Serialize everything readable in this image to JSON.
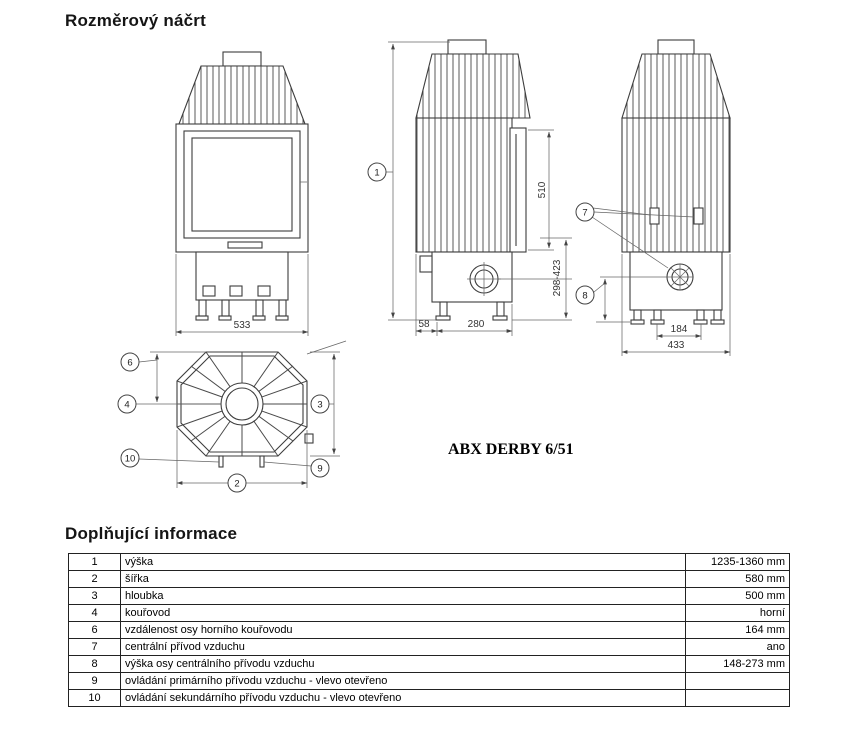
{
  "page": {
    "title": "Rozměrový náčrt",
    "info_title": "Doplňující informace",
    "model": "ABX DERBY 6/51"
  },
  "drawing": {
    "dims": {
      "front_width": "533",
      "door_height": "510",
      "inlet_height_range": "298-423",
      "back_offset": "58",
      "base_depth": "280",
      "leg_spacing": "184",
      "rear_width": "433"
    },
    "callouts": {
      "n1": "1",
      "n2": "2",
      "n3": "3",
      "n4": "4",
      "n6": "6",
      "n7": "7",
      "n8": "8",
      "n9": "9",
      "n10": "10"
    }
  },
  "table": {
    "rows": [
      {
        "num": "1",
        "label": "výška",
        "value": "1235-1360 mm"
      },
      {
        "num": "2",
        "label": "šířka",
        "value": "580 mm"
      },
      {
        "num": "3",
        "label": "hloubka",
        "value": "500 mm"
      },
      {
        "num": "4",
        "label": "kouřovod",
        "value": "horní"
      },
      {
        "num": "6",
        "label": "vzdálenost osy horního kouřovodu",
        "value": "164 mm"
      },
      {
        "num": "7",
        "label": "centrální přívod vzduchu",
        "value": "ano"
      },
      {
        "num": "8",
        "label": "výška osy centrálního přívodu vzduchu",
        "value": "148-273 mm"
      },
      {
        "num": "9",
        "label": "ovládání primárního přívodu vzduchu - vlevo otevřeno",
        "value": ""
      },
      {
        "num": "10",
        "label": "ovládání sekundárního přívodu vzduchu - vlevo otevřeno",
        "value": ""
      }
    ]
  }
}
